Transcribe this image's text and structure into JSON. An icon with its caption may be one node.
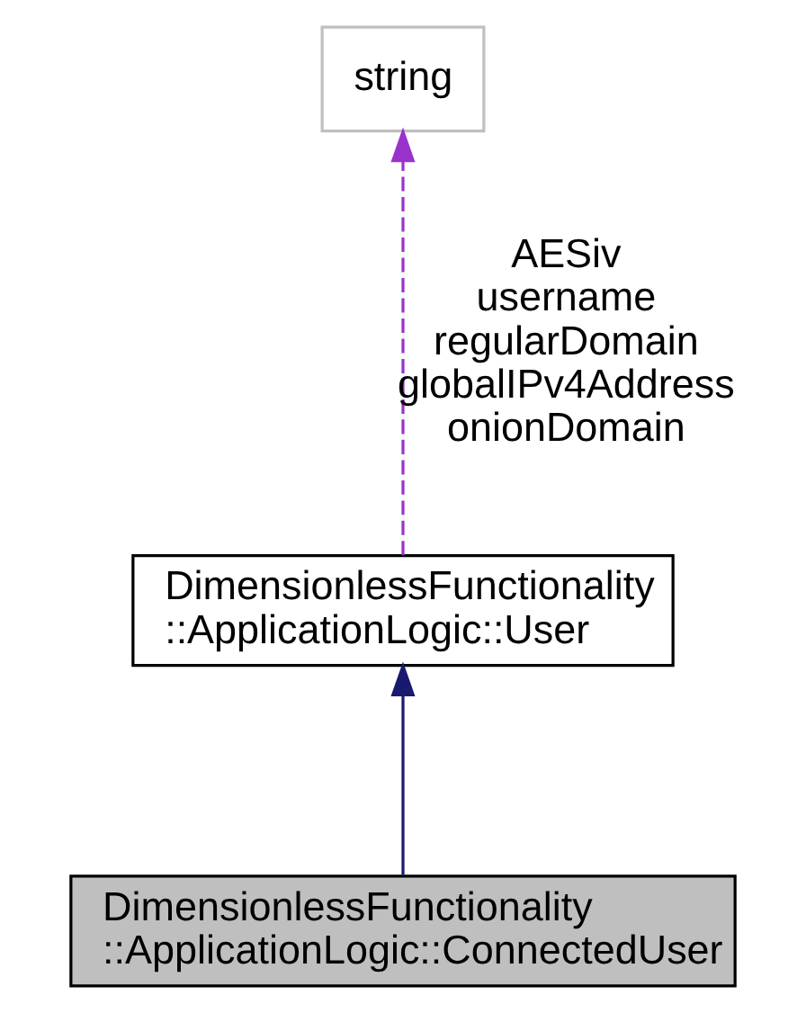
{
  "diagram": {
    "nodes": [
      {
        "text": [
          "string"
        ]
      },
      {
        "text": [
          "DimensionlessFunctionality ::ApplicationLogic::User"
        ]
      },
      {
        "text": [
          "DimensionlessFunctionality ::ApplicationLogic::ConnectedUser"
        ]
      }
    ],
    "edges": [
      {
        "from": 1,
        "to": 0,
        "arrow": "to",
        "style": "dashed",
        "color": "#9a32cd",
        "label": "AESiv username regularDomain globalIPv4Address onionDomain"
      },
      {
        "from": 2,
        "to": 1,
        "arrow": "to",
        "color": "#191970"
      }
    ]
  }
}
